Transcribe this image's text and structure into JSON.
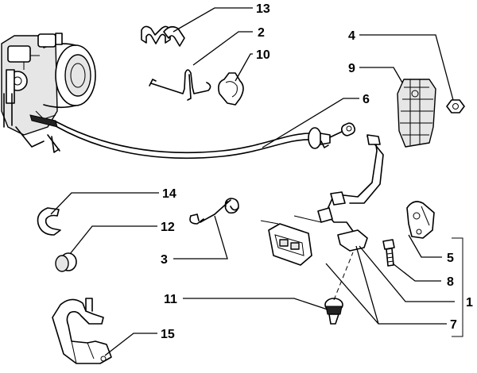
{
  "callouts": [
    {
      "id": "13",
      "text": "13"
    },
    {
      "id": "2",
      "text": "2"
    },
    {
      "id": "10",
      "text": "10"
    },
    {
      "id": "4",
      "text": "4"
    },
    {
      "id": "9",
      "text": "9"
    },
    {
      "id": "6",
      "text": "6"
    },
    {
      "id": "14",
      "text": "14"
    },
    {
      "id": "12",
      "text": "12"
    },
    {
      "id": "3",
      "text": "3"
    },
    {
      "id": "5",
      "text": "5"
    },
    {
      "id": "8",
      "text": "8"
    },
    {
      "id": "1",
      "text": "1"
    },
    {
      "id": "11",
      "text": "11"
    },
    {
      "id": "7",
      "text": "7"
    },
    {
      "id": "15",
      "text": "15"
    }
  ]
}
